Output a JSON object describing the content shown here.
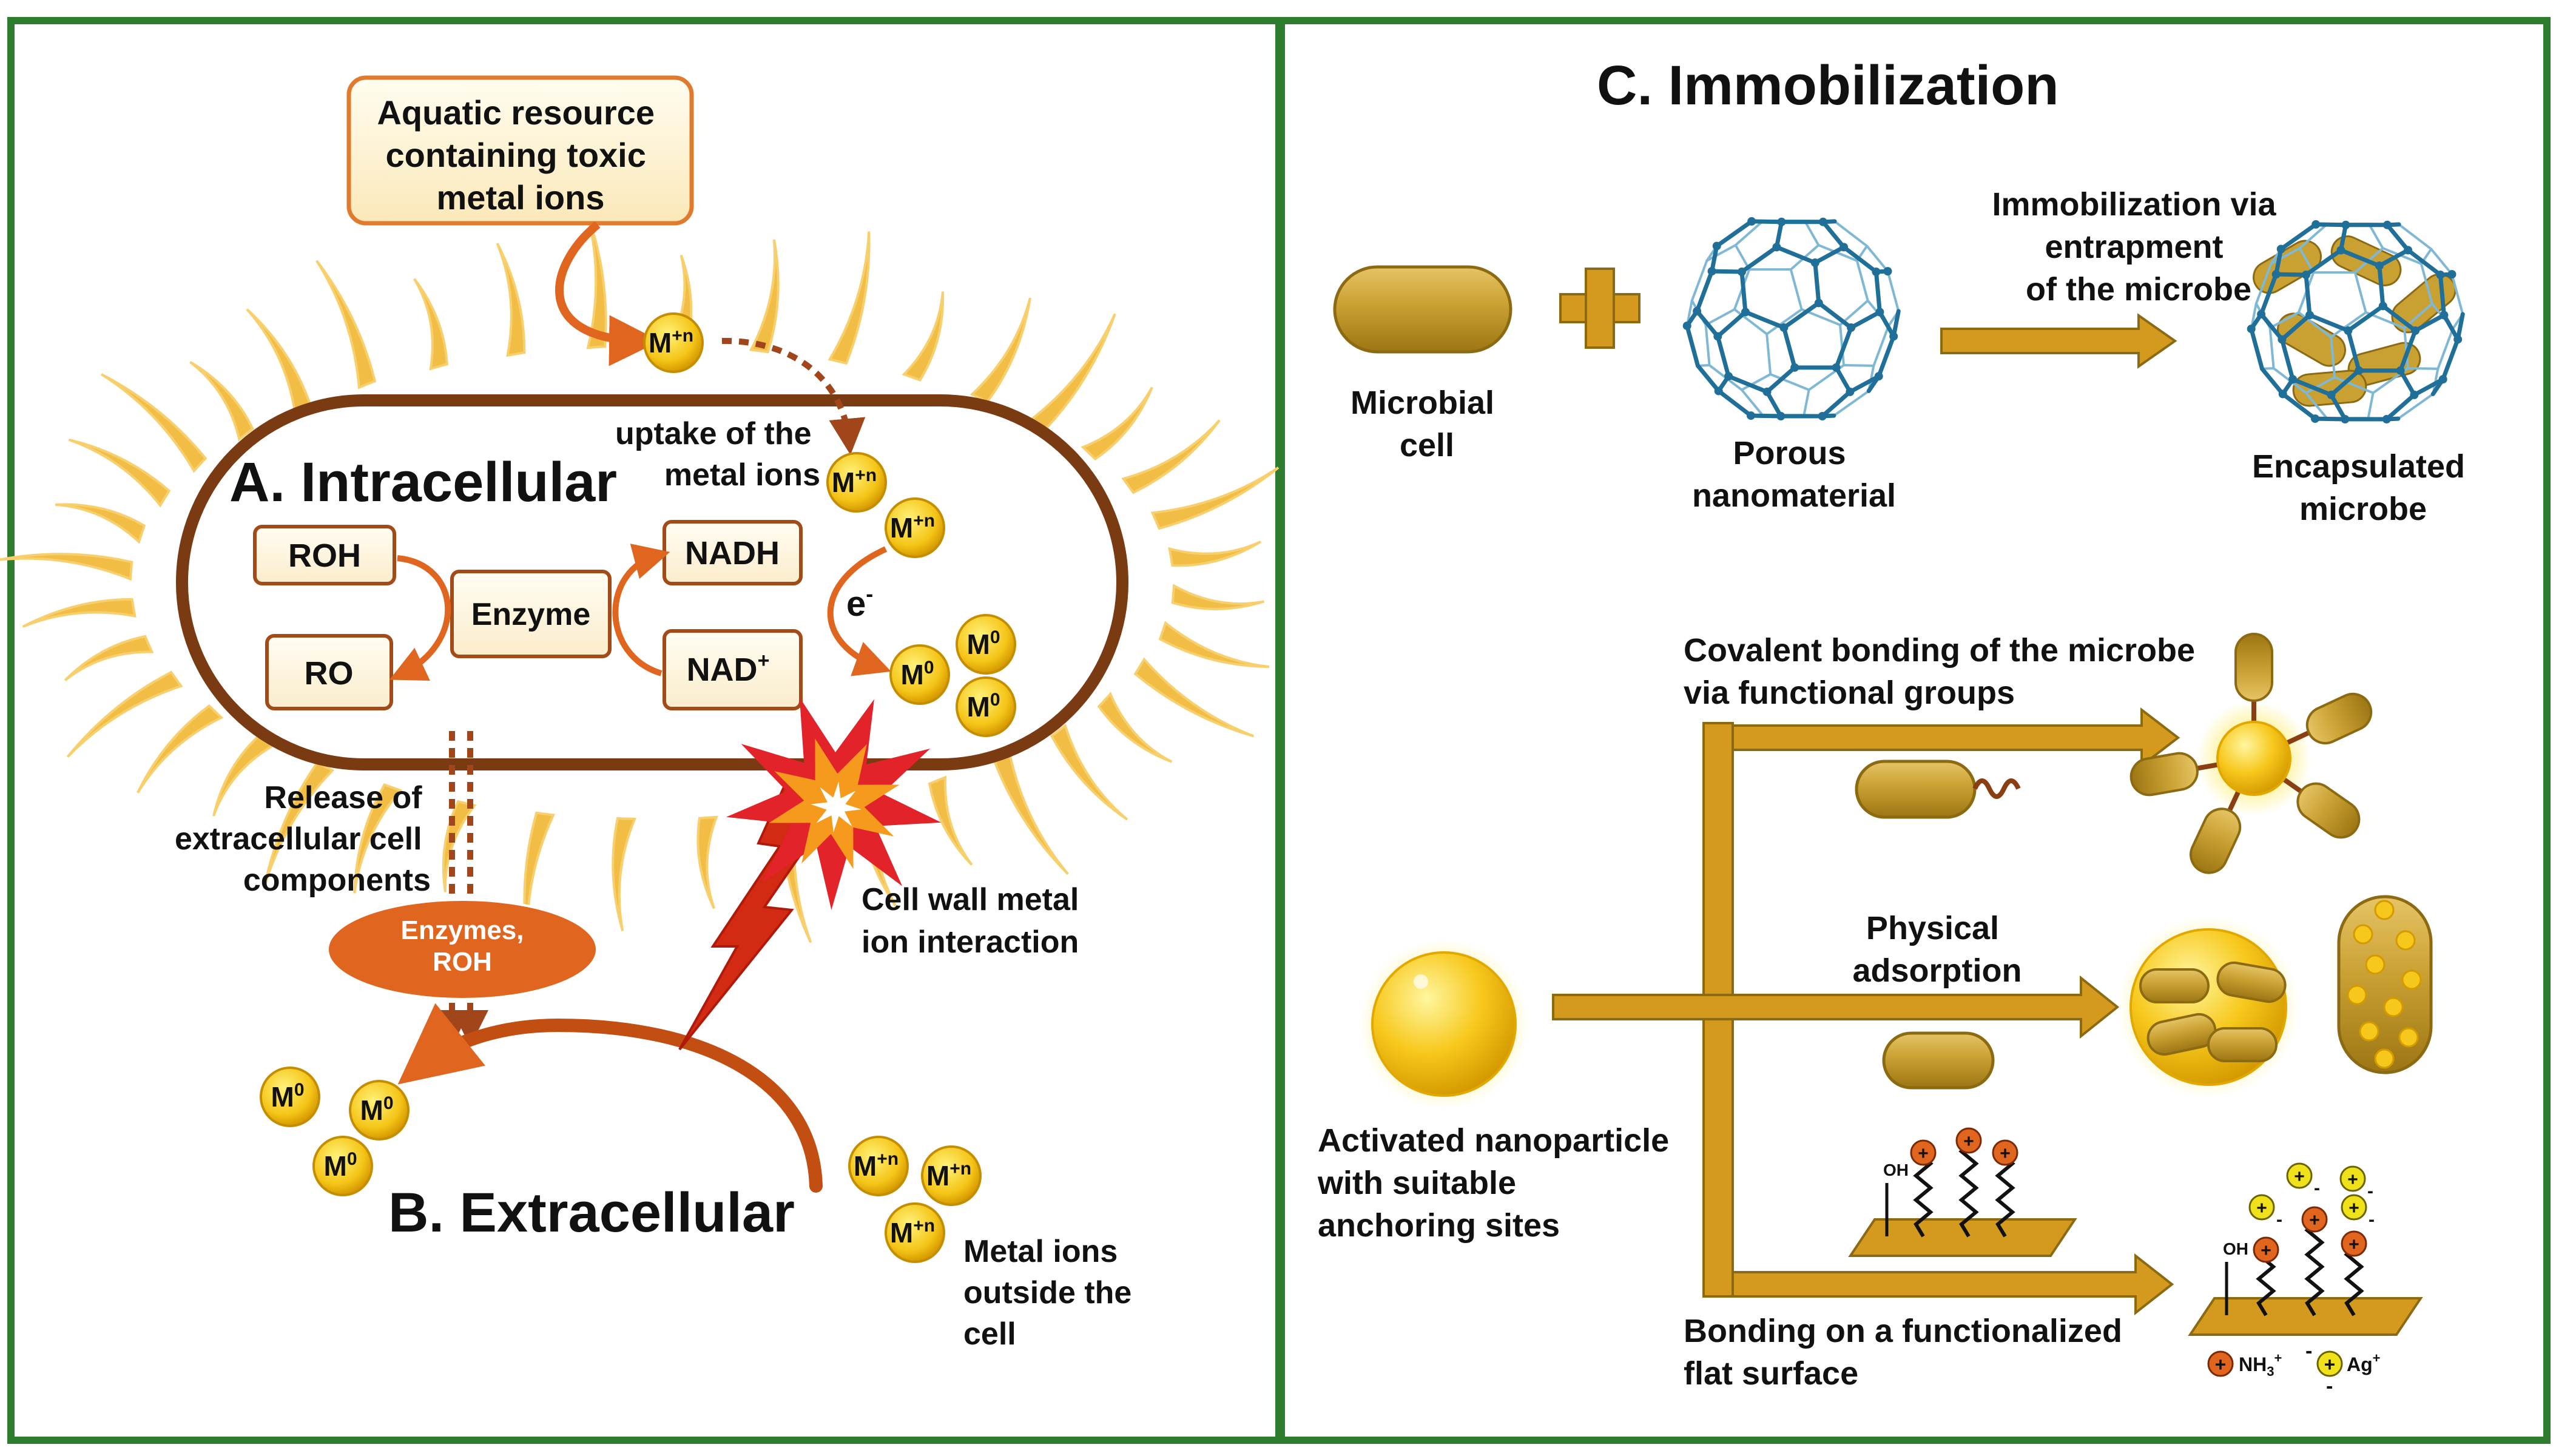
{
  "colors": {
    "frame": "#2e7d2e",
    "gold": "#c8a032",
    "goldDark": "#8c6a12",
    "cellWall": "#7a3a12",
    "orange": "#e0651e",
    "ion": "#f5c518",
    "lattice": "#2a7fa8",
    "burst": "#e2232a"
  },
  "panel_a": {
    "title": "A. Intracellular",
    "source_line1": "Aquatic resource",
    "source_line2": "containing toxic",
    "source_line3": "metal ions",
    "uptake_line1": "uptake of the",
    "uptake_line2": "metal ions",
    "roh": "ROH",
    "ro": "RO",
    "enzyme": "Enzyme",
    "nadh": "NADH",
    "nad": "NAD",
    "nad_sup": "+",
    "electron": "e",
    "electron_sup": "-",
    "ion_base": "M",
    "ion_plus_sup": "+n",
    "ion_zero_sup": "0",
    "release_line1": "Release of",
    "release_line2": "extracellular cell",
    "release_line3": "components",
    "enzymes_roh_line1": "Enzymes,",
    "enzymes_roh_line2": "ROH",
    "cellwall_line1": "Cell wall metal",
    "cellwall_line2": "ion interaction"
  },
  "panel_b": {
    "title": "B. Extracellular",
    "outside_line1": "Metal ions",
    "outside_line2": "outside the",
    "outside_line3": "cell"
  },
  "panel_c": {
    "title": "C. Immobilization",
    "microbial_line1": "Microbial",
    "microbial_line2": "cell",
    "porous_line1": "Porous",
    "porous_line2": "nanomaterial",
    "entrap_line1": "Immobilization via",
    "entrap_line2": "entrapment",
    "entrap_line3": "of the microbe",
    "encap_line1": "Encapsulated",
    "encap_line2": "microbe",
    "covalent_line1": "Covalent bonding of the microbe",
    "covalent_line2": "via functional groups",
    "physical_line1": "Physical",
    "physical_line2": "adsorption",
    "activated_line1": "Activated nanoparticle",
    "activated_line2": "with suitable",
    "activated_line3": "anchoring sites",
    "flat_line1": "Bonding on a functionalized",
    "flat_line2": "flat surface",
    "oh": "OH",
    "plus_sign": "+",
    "minus_sign": "-",
    "nh3_base": "NH",
    "nh3_sub": "3",
    "nh3_sup": "+",
    "ag_base": "Ag",
    "ag_sup": "+"
  }
}
